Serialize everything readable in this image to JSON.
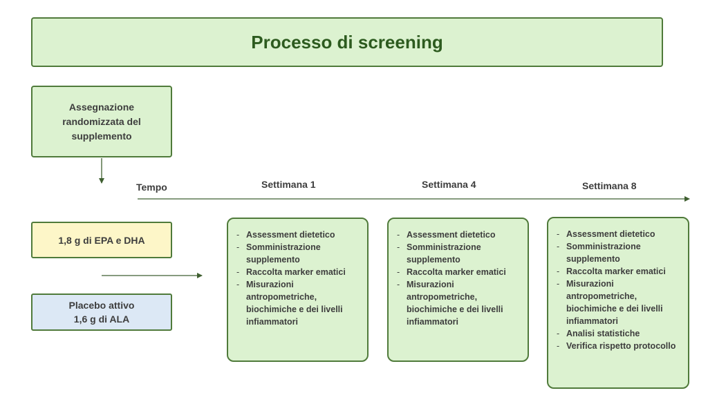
{
  "title": "Processo di screening",
  "assignment": "Assegnazione\nrandomizzata del\nsupplemento",
  "groups": {
    "active": "1,8 g di EPA e DHA",
    "placebo_line1": "Placebo attivo",
    "placebo_line2": "1,6 g di ALA"
  },
  "timeline": {
    "label": "Tempo",
    "weeks": [
      {
        "label": "Settimana 1",
        "items": [
          "Assessment dietetico",
          "Somministrazione supplemento",
          "Raccolta marker ematici",
          "Misurazioni antropometriche, biochimiche e dei livelli infiammatori"
        ]
      },
      {
        "label": "Settimana 4",
        "items": [
          "Assessment dietetico",
          "Somministrazione supplemento",
          "Raccolta marker ematici",
          "Misurazioni antropometriche, biochimiche e dei livelli infiammatori"
        ]
      },
      {
        "label": "Settimana 8",
        "items": [
          "Assessment dietetico",
          "Somministrazione supplemento",
          "Raccolta marker ematici",
          "Misurazioni antropometriche, biochimiche e dei livelli infiammatori",
          "Analisi statistiche",
          "Verifica rispetto protocollo"
        ]
      }
    ]
  },
  "colors": {
    "border": "#4f7a3a",
    "green_fill": "#dcf2d0",
    "yellow_fill": "#fdf6c8",
    "blue_fill": "#dce8f5",
    "title_text": "#2d5b1f"
  }
}
